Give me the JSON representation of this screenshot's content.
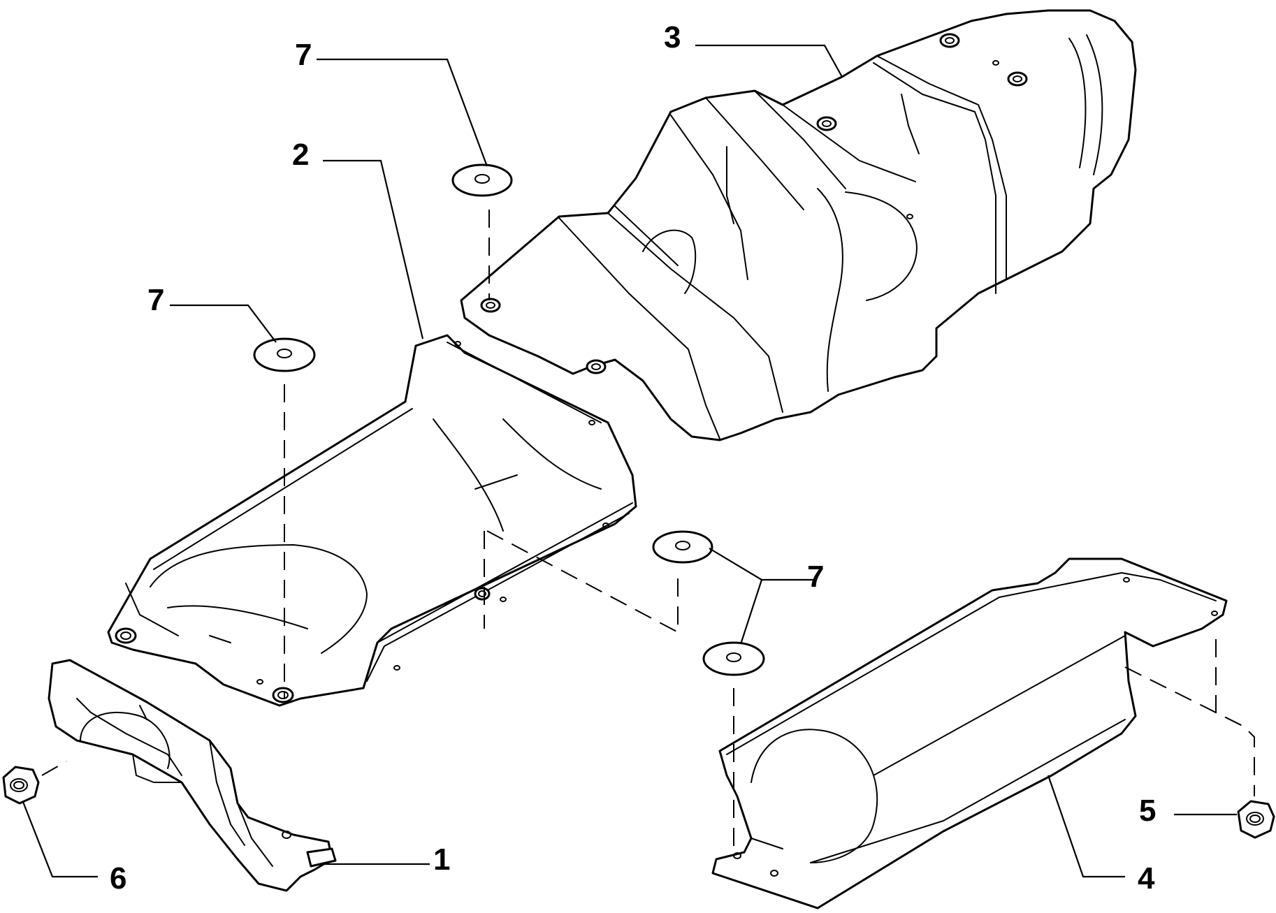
{
  "diagram": {
    "type": "exploded-parts-diagram",
    "line_color": "#000000",
    "background": "#ffffff"
  },
  "callouts": {
    "c1": "1",
    "c2": "2",
    "c3": "3",
    "c4": "4",
    "c5": "5",
    "c6": "6",
    "c7a": "7",
    "c7b": "7",
    "c7c": "7"
  }
}
